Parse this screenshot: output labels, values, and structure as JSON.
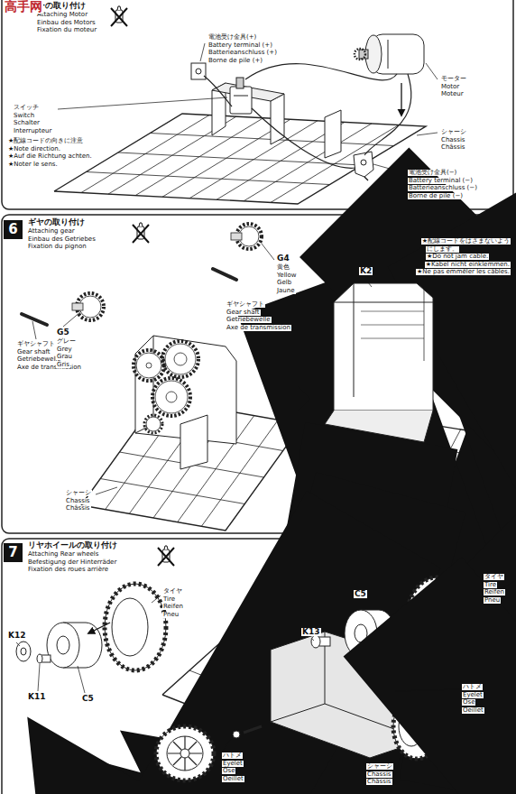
{
  "diagram": {
    "nodes": [
      {
        "text": [
          "6"
        ]
      },
      {
        "text": [
          "7"
        ]
      }
    ],
    "labels": [
      "ーの取り付け",
      "Attaching Motor",
      "Einbau des Motors",
      "Fixation du moteur",
      "電池受け金具(+)",
      "Battery terminal (+)",
      "Batterieanschluss (+)",
      "Borne de pile (+)",
      "スイッチ",
      "Switch",
      "Schalter",
      "Interrupteur",
      "★配線コードの向きに注意",
      "★Note direction.",
      "★Auf die Richtung achten.",
      "★Noter le sens.",
      "モーター",
      "Motor",
      "Moteur",
      "シャーシ",
      "Chassis",
      "Châssis",
      "電池受け金具(−)",
      "Battery terminal (−)",
      "Batterieanschluss (−)",
      "Borne de pile (−)",
      "高手网",
      "ギヤの取り付け",
      "Attaching gear",
      "Einbau des Getriebes",
      "Fixation du pignon",
      "ギヤシャフト",
      "Gear shaft",
      "Getriebewelle",
      "Axe de transmission",
      "G5",
      "グレー",
      "Grey",
      "Grau",
      "Gris",
      "G4",
      "黄色",
      "Yellow",
      "Gelb",
      "Jaune",
      "ギヤシャフト",
      "Gear shaft",
      "Getriebewelle",
      "Axe de transmission",
      "K2",
      "★配線コードをはさまないよう",
      "にします。",
      "★Do not jam cable.",
      "★Kabel nicht einklemmen.",
      "★Ne pas emmêler les câbles.",
      "シャーシ",
      "Chassis",
      "Châssis",
      "リヤホイールの取り付け",
      "Attaching Rear wheels",
      "Befestigung der Hinterräder",
      "Fixation des roues arrière",
      "K12",
      "K11",
      "C5",
      "タイヤ",
      "Tire",
      "Reifen",
      "Pneu",
      "C5",
      "K13",
      "タイヤ",
      "Tire",
      "Reifen",
      "Pneu",
      "ハトメ",
      "Eyelet",
      "Öse",
      "Oeillet",
      "ハトメ",
      "Eyelet",
      "Öse",
      "Oeillet",
      "シャーシ",
      "Chassis",
      "Châssis"
    ]
  }
}
